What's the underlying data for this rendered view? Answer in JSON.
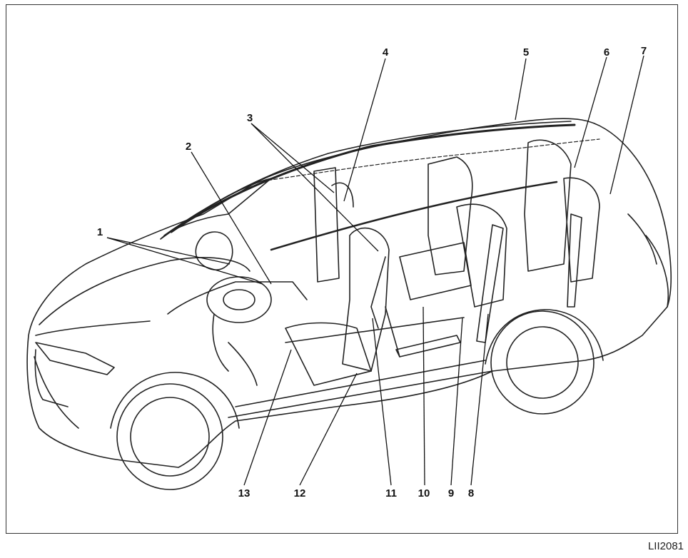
{
  "figure_id": "LII2081",
  "callouts": [
    {
      "number": "1"
    },
    {
      "number": "2"
    },
    {
      "number": "3"
    },
    {
      "number": "4"
    },
    {
      "number": "5"
    },
    {
      "number": "6"
    },
    {
      "number": "7"
    },
    {
      "number": "8"
    },
    {
      "number": "9"
    },
    {
      "number": "10"
    },
    {
      "number": "11"
    },
    {
      "number": "12"
    },
    {
      "number": "13"
    }
  ]
}
